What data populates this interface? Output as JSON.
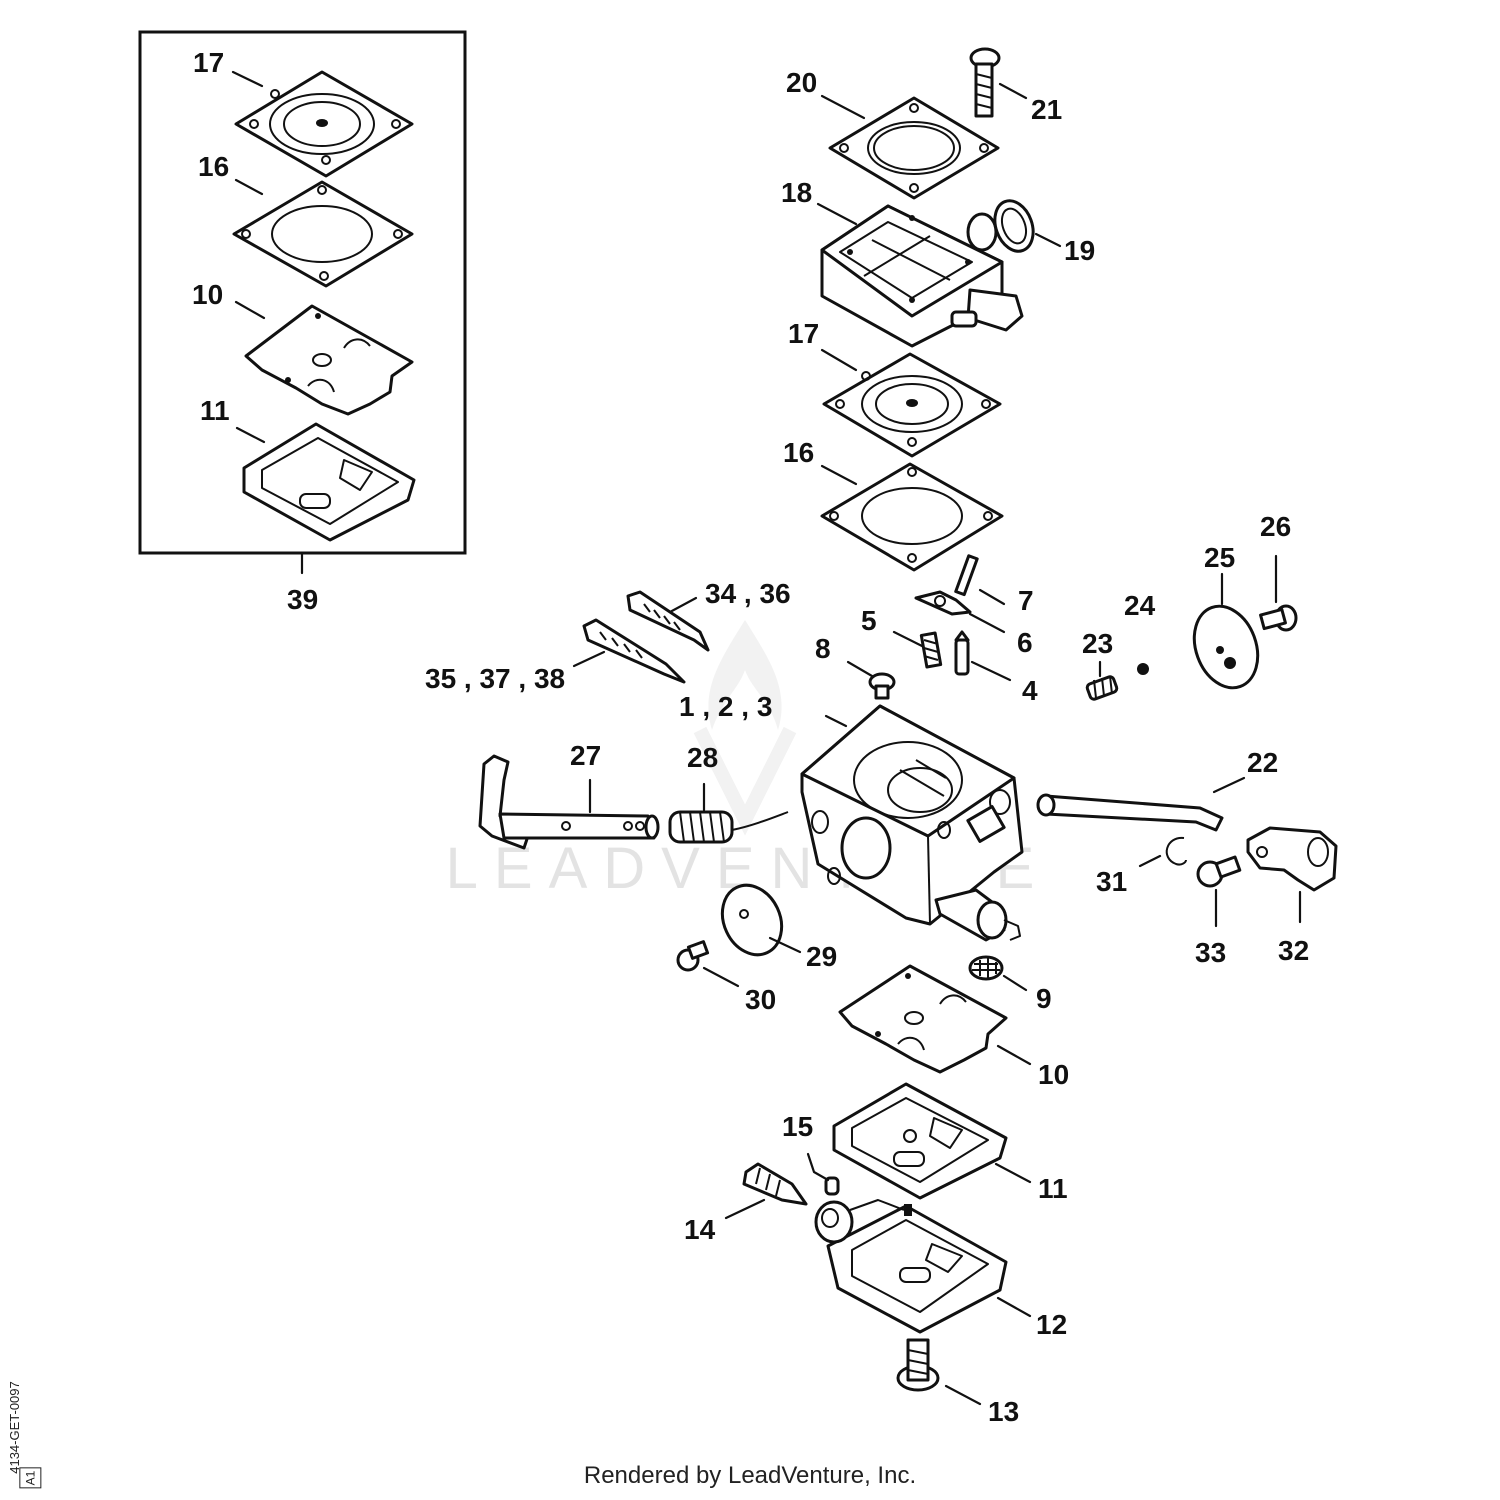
{
  "watermark": "LEADVENTURE",
  "footer": "Rendered by LeadVenture, Inc.",
  "document_id": "4134-GET-0097",
  "revision": "A1",
  "kit": {
    "number": "39",
    "labels": [
      "17",
      "16",
      "10",
      "11"
    ]
  },
  "callouts": [
    {
      "id": "c20",
      "text": "20"
    },
    {
      "id": "c21",
      "text": "21"
    },
    {
      "id": "c18",
      "text": "18"
    },
    {
      "id": "c19",
      "text": "19"
    },
    {
      "id": "c17",
      "text": "17"
    },
    {
      "id": "c16",
      "text": "16"
    },
    {
      "id": "c7",
      "text": "7"
    },
    {
      "id": "c6",
      "text": "6"
    },
    {
      "id": "c5",
      "text": "5"
    },
    {
      "id": "c4",
      "text": "4"
    },
    {
      "id": "c8",
      "text": "8"
    },
    {
      "id": "c34_36",
      "text": "34 , 36"
    },
    {
      "id": "c35_37_38",
      "text": "35 , 37 , 38"
    },
    {
      "id": "c1_2_3",
      "text": "1 , 2 , 3"
    },
    {
      "id": "c23",
      "text": "23"
    },
    {
      "id": "c24",
      "text": "24"
    },
    {
      "id": "c25",
      "text": "25"
    },
    {
      "id": "c26",
      "text": "26"
    },
    {
      "id": "c27",
      "text": "27"
    },
    {
      "id": "c28",
      "text": "28"
    },
    {
      "id": "c22",
      "text": "22"
    },
    {
      "id": "c31",
      "text": "31"
    },
    {
      "id": "c33",
      "text": "33"
    },
    {
      "id": "c32",
      "text": "32"
    },
    {
      "id": "c29",
      "text": "29"
    },
    {
      "id": "c30",
      "text": "30"
    },
    {
      "id": "c9",
      "text": "9"
    },
    {
      "id": "c10",
      "text": "10"
    },
    {
      "id": "c11",
      "text": "11"
    },
    {
      "id": "c15",
      "text": "15"
    },
    {
      "id": "c14",
      "text": "14"
    },
    {
      "id": "c12",
      "text": "12"
    },
    {
      "id": "c13",
      "text": "13"
    }
  ]
}
